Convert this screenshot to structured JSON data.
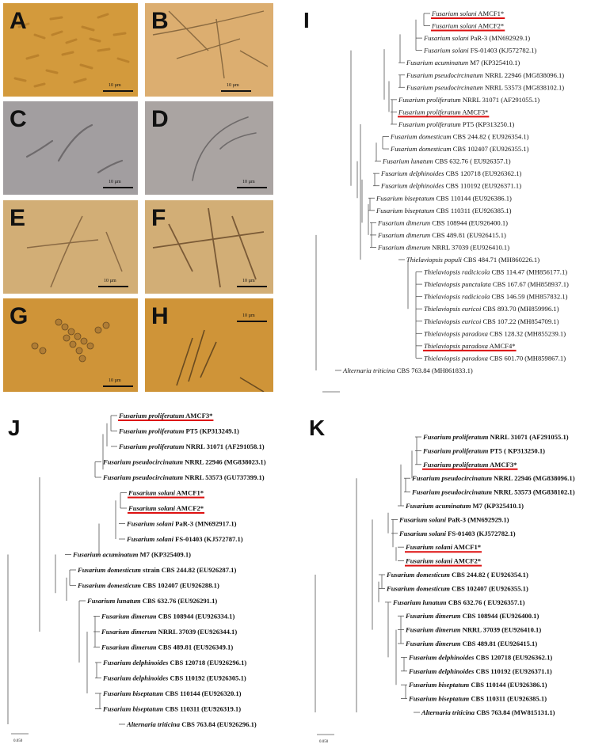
{
  "colors": {
    "highlight": "#d11a1a",
    "branch": "#555555"
  },
  "micrographs": [
    {
      "letter": "A",
      "scale": "10 µm"
    },
    {
      "letter": "B",
      "scale": "10 µm"
    },
    {
      "letter": "C",
      "scale": "10 µm"
    },
    {
      "letter": "D",
      "scale": "10 µm"
    },
    {
      "letter": "E",
      "scale": "10 µm"
    },
    {
      "letter": "F",
      "scale": "10 µm"
    },
    {
      "letter": "G",
      "scale": "10 µm"
    },
    {
      "letter": "H",
      "scale": "10 µm"
    }
  ],
  "trees": {
    "I": {
      "label": "I",
      "scale": "0.050",
      "taxa": [
        {
          "name": "Fusarium solani",
          "rest": " AMCF1*",
          "hl": true
        },
        {
          "name": "Fusarium solani",
          "rest": " AMCF2*",
          "hl": true
        },
        {
          "name": "Fusarium solani",
          "rest": " PaR-3 (MN692929.1)",
          "hl": false
        },
        {
          "name": "Fusarium solani",
          "rest": " FS-01403 (KJ572782.1)",
          "hl": false
        },
        {
          "name": "Fusarium acuminatum",
          "rest": " M7 (KP325410.1)",
          "hl": false
        },
        {
          "name": "Fusarium pseudocircinatum",
          "rest": " NRRL 22946 (MG838096.1)",
          "hl": false
        },
        {
          "name": "Fusarium pseudocircinatum",
          "rest": " NRRL 53573 (MG838102.1)",
          "hl": false
        },
        {
          "name": "Fusarium proliferatum",
          "rest": " NRRL 31071 (AF291055.1)",
          "hl": false
        },
        {
          "name": "Fusarium proliferatum",
          "rest": " AMCF3*",
          "hl": true
        },
        {
          "name": "Fusarium proliferatum",
          "rest": " PT5 (KP313250.1)",
          "hl": false
        },
        {
          "name": "Fusarium domesticum",
          "rest": " CBS 244.82 ( EU926354.1)",
          "hl": false
        },
        {
          "name": "Fusarium domesticum",
          "rest": " CBS 102407 (EU926355.1)",
          "hl": false
        },
        {
          "name": "Fusarium lunatum",
          "rest": " CBS 632.76 ( EU926357.1)",
          "hl": false
        },
        {
          "name": "Fusarium delphinoides",
          "rest": " CBS 120718 (EU926362.1)",
          "hl": false
        },
        {
          "name": "Fusarium delphinoides",
          "rest": " CBS 110192 (EU926371.1)",
          "hl": false
        },
        {
          "name": "Fusarium biseptatum",
          "rest": " CBS 110144 (EU926386.1)",
          "hl": false
        },
        {
          "name": "Fusarium biseptatum",
          "rest": " CBS 110311 (EU926385.1)",
          "hl": false
        },
        {
          "name": "Fusarium dimerum",
          "rest": " CBS 108944 (EU926400.1)",
          "hl": false
        },
        {
          "name": "Fusarium dimerum",
          "rest": " CBS 489.81 (EU926415.1)",
          "hl": false
        },
        {
          "name": "Fusarium dimerum",
          "rest": " NRRL 37039 (EU926410.1)",
          "hl": false
        },
        {
          "name": "Thielaviopsis populi",
          "rest": " CBS 484.71 (MH860226.1)",
          "hl": false
        },
        {
          "name": "Thielaviopsis radicicola",
          "rest": " CBS 114.47 (MH856177.1)",
          "hl": false
        },
        {
          "name": "Thielaviopsis punctulata",
          "rest": " CBS 167.67 (MH858937.1)",
          "hl": false
        },
        {
          "name": "Thielaviopsis radicicola",
          "rest": " CBS 146.59 (MH857832.1)",
          "hl": false
        },
        {
          "name": "Thielaviopsis euricoi",
          "rest": " CBS 893.70 (MH859996.1)",
          "hl": false
        },
        {
          "name": "Thielaviopsis euricoi",
          "rest": " CBS 107.22 (MH854709.1)",
          "hl": false
        },
        {
          "name": "Thielaviopsis paradoxa",
          "rest": " CBS 128.32 (MH855239.1)",
          "hl": false
        },
        {
          "name": "Thielaviopsis paradoxa",
          "rest": " AMCF4*",
          "hl": true
        },
        {
          "name": "Thielaviopsis paradoxa",
          "rest": " CBS 601.70 (MH859867.1)",
          "hl": false
        },
        {
          "name": "Alternaria triticina",
          "rest": " CBS 763.84 (MH861833.1)",
          "hl": false
        }
      ]
    },
    "J": {
      "label": "J",
      "scale": "0.050",
      "taxa": [
        {
          "name": "Fusarium proliferatum",
          "rest": " AMCF3*",
          "hl": true,
          "bold": true
        },
        {
          "name": "Fusarium proliferatum",
          "rest": " PT5 (KP313249.1)",
          "hl": false,
          "bold": true
        },
        {
          "name": "Fusarium proliferatum",
          "rest": " NRRL 31071 (AF291058.1)",
          "hl": false,
          "bold": true
        },
        {
          "name": "Fusarium pseudocircinatum",
          "rest": " NRRL 22946 (MG838023.1)",
          "hl": false,
          "bold": true
        },
        {
          "name": "Fusarium pseudocircinatum",
          "rest": " NRRL 53573 (GU737399.1)",
          "hl": false,
          "bold": true
        },
        {
          "name": "Fusarium solani",
          "rest": " AMCF1*",
          "hl": true,
          "bold": true
        },
        {
          "name": "Fusarium solani",
          "rest": " AMCF2*",
          "hl": true,
          "bold": true
        },
        {
          "name": "Fusarium solani",
          "rest": " PaR-3 (MN692917.1)",
          "hl": false,
          "bold": true
        },
        {
          "name": "Fusarium solani",
          "rest": " FS-01403 (KJ572787.1)",
          "hl": false,
          "bold": true
        },
        {
          "name": "Fusarium acuminatum",
          "rest": " M7 (KP325409.1)",
          "hl": false,
          "bold": true
        },
        {
          "name": "Fusarium domesticum",
          "rest": " strain CBS 244.82 (EU926287.1)",
          "hl": false,
          "bold": true
        },
        {
          "name": "Fusarium domesticum",
          "rest": " CBS 102407 (EU926288.1)",
          "hl": false,
          "bold": true
        },
        {
          "name": "Fusarium lunatum",
          "rest": " CBS 632.76 (EU926291.1)",
          "hl": false,
          "bold": true
        },
        {
          "name": "Fusarium dimerum",
          "rest": " CBS 108944 (EU926334.1)",
          "hl": false,
          "bold": true
        },
        {
          "name": "Fusarium dimerum",
          "rest": " NRRL 37039 (EU926344.1)",
          "hl": false,
          "bold": true
        },
        {
          "name": "Fusarium dimerum",
          "rest": " CBS 489.81 (EU926349.1)",
          "hl": false,
          "bold": true
        },
        {
          "name": "Fusarium delphinoides",
          "rest": " CBS 120718 (EU926296.1)",
          "hl": false,
          "bold": true
        },
        {
          "name": "Fusarium delphinoides",
          "rest": " CBS 110192 (EU926305.1)",
          "hl": false,
          "bold": true
        },
        {
          "name": "Fusarium biseptatum",
          "rest": " CBS 110144 (EU926320.1)",
          "hl": false,
          "bold": true
        },
        {
          "name": "Fusarium biseptatum",
          "rest": " CBS 110311 (EU926319.1)",
          "hl": false,
          "bold": true
        },
        {
          "name": "Alternaria triticina",
          "rest": " CBS 763.84 (EU926296.1)",
          "hl": false,
          "bold": true
        }
      ]
    },
    "K": {
      "label": "K",
      "scale": "0.050",
      "taxa": [
        {
          "name": "Fusarium proliferatum",
          "rest": " NRRL 31071 (AF291055.1)",
          "hl": false,
          "bold": true
        },
        {
          "name": "Fusarium proliferatum",
          "rest": " PT5 ( KP313250.1)",
          "hl": false,
          "bold": true
        },
        {
          "name": "Fusarium proliferatum",
          "rest": " AMCF3*",
          "hl": true,
          "bold": true
        },
        {
          "name": "Fusarium pseudocircinatum",
          "rest": " NRRL 22946 (MG838096.1)",
          "hl": false,
          "bold": true
        },
        {
          "name": "Fusarium pseudocircinatum",
          "rest": " NRRL 53573 (MG838102.1)",
          "hl": false,
          "bold": true
        },
        {
          "name": "Fusarium acuminatum",
          "rest": " M7 (KP325410.1)",
          "hl": false,
          "bold": true
        },
        {
          "name": "Fusarium solani",
          "rest": " PaR-3 (MN692929.1)",
          "hl": false,
          "bold": true
        },
        {
          "name": "Fusarium solani",
          "rest": " FS-01403 (KJ572782.1)",
          "hl": false,
          "bold": true
        },
        {
          "name": "Fusarium solani",
          "rest": " AMCF1*",
          "hl": true,
          "bold": true
        },
        {
          "name": "Fusarium solani",
          "rest": " AMCF2*",
          "hl": true,
          "bold": true
        },
        {
          "name": "Fusarium domesticum",
          "rest": " CBS 244.82 ( EU926354.1)",
          "hl": false,
          "bold": true
        },
        {
          "name": "Fusarium domesticum",
          "rest": " CBS 102407 (EU926355.1)",
          "hl": false,
          "bold": true
        },
        {
          "name": "Fusarium lunatum",
          "rest": " CBS 632.76 ( EU926357.1)",
          "hl": false,
          "bold": true
        },
        {
          "name": "Fusarium dimerum",
          "rest": " CBS 108944 (EU926400.1)",
          "hl": false,
          "bold": true
        },
        {
          "name": "Fusarium dimerum",
          "rest": " NRRL 37039 (EU926410.1)",
          "hl": false,
          "bold": true
        },
        {
          "name": "Fusarium dimerum",
          "rest": " CBS 489.81 (EU926415.1)",
          "hl": false,
          "bold": true
        },
        {
          "name": "Fusarium delphinoides",
          "rest": " CBS 120718 (EU926362.1)",
          "hl": false,
          "bold": true
        },
        {
          "name": "Fusarium delphinoides",
          "rest": " CBS 110192 (EU926371.1)",
          "hl": false,
          "bold": true
        },
        {
          "name": "Fusarium biseptatum",
          "rest": " CBS 110144 (EU926386.1)",
          "hl": false,
          "bold": true
        },
        {
          "name": "Fusarium biseptatum",
          "rest": " CBS 110311 (EU926385.1)",
          "hl": false,
          "bold": true
        },
        {
          "name": "Alternaria triticina",
          "rest": " CBS 763.84 (MW815131.1)",
          "hl": false,
          "bold": true
        }
      ]
    }
  }
}
